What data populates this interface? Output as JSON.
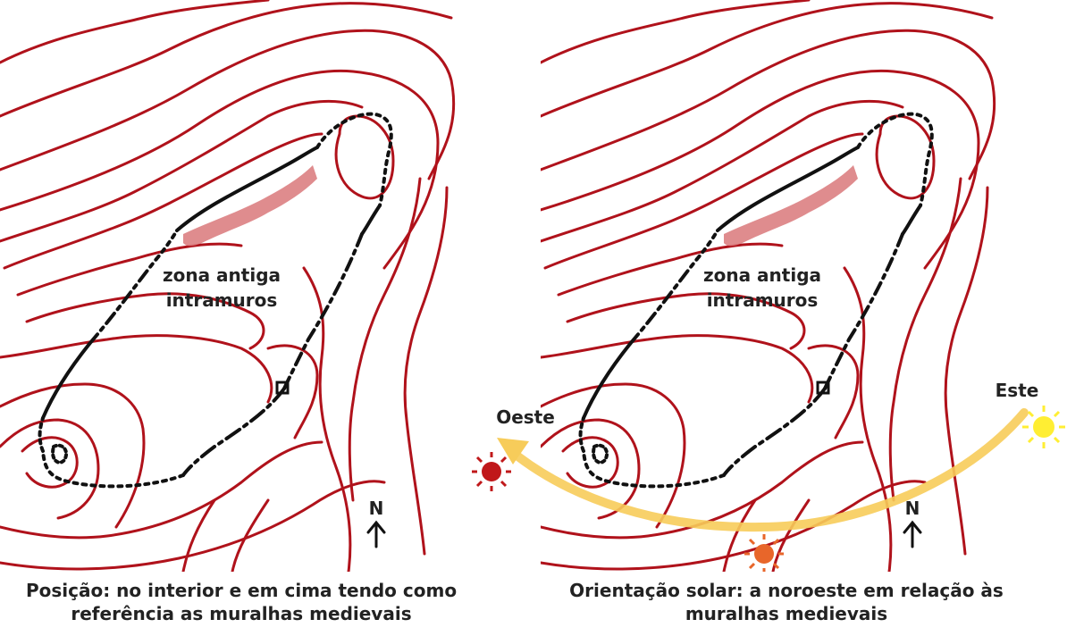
{
  "maps": [
    {
      "zone_label_line1": "zona antiga",
      "zone_label_line2": "intramuros",
      "north_label": "N",
      "caption_line1": "Posição: no interior e em cima tendo como",
      "caption_line2": "referência as muralhas medievais"
    },
    {
      "zone_label_line1": "zona antiga",
      "zone_label_line2": "intramuros",
      "north_label": "N",
      "caption_line1": "Orientação solar: a noroeste em relação às",
      "caption_line2": "muralhas medievais"
    }
  ],
  "sun_path": {
    "east_label": "Este",
    "west_label": "Oeste"
  },
  "colors": {
    "contour": "#b0121b",
    "old_zone_fill": "#d9787a",
    "wall": "#111111",
    "sun_arc": "#f7cc5a",
    "sun_east": "#ffee33",
    "sun_noon": "#e8662a",
    "sun_west": "#c0181a"
  }
}
